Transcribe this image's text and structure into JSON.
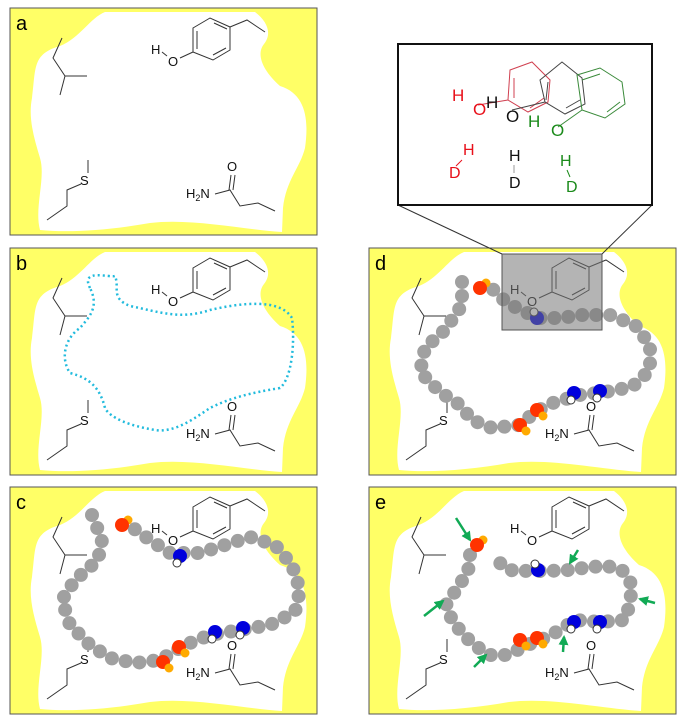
{
  "panels": [
    {
      "id": "a",
      "label": "a"
    },
    {
      "id": "b",
      "label": "b"
    },
    {
      "id": "c",
      "label": "c"
    },
    {
      "id": "d",
      "label": "d"
    },
    {
      "id": "e",
      "label": "e"
    }
  ],
  "atoms": {
    "h": "H",
    "o": "O",
    "s": "S",
    "n": "N",
    "h2": "H",
    "two": "2"
  },
  "inset": {
    "red": {
      "h": "H",
      "o": "O",
      "h2": "H",
      "d": "D",
      "color": "#e8101a"
    },
    "black": {
      "h": "H",
      "o": "O",
      "h2": "H",
      "d": "D",
      "color": "#111111"
    },
    "green": {
      "h": "H",
      "o": "O",
      "h2": "H",
      "d": "D",
      "color": "#1a8a1a"
    }
  },
  "colors": {
    "pocket": "#ffff66",
    "bead": "#a0a0a0",
    "acidic": "#ff3300",
    "acidic_h": "#ffaa00",
    "basic": "#0000dd",
    "cavity_outline": "#22bbdd",
    "arrow": "#11aa55"
  }
}
